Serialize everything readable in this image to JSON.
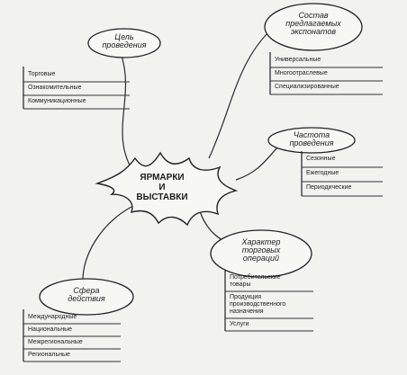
{
  "center": {
    "lines": [
      "ЯРМАРКИ",
      "И",
      "ВЫСТАВКИ"
    ]
  },
  "branches": [
    {
      "key": "goal",
      "title_lines": [
        "Цель",
        "проведения"
      ],
      "items": [
        "Торговые",
        "Ознакомительные",
        "Коммуникационные"
      ]
    },
    {
      "key": "composition",
      "title_lines": [
        "Состав",
        "предлагаемых",
        "экспонатов"
      ],
      "items": [
        "Универсальные",
        "Многоотраслевые",
        "Специализированные"
      ]
    },
    {
      "key": "frequency",
      "title_lines": [
        "Частота",
        "проведения"
      ],
      "items": [
        "Сезонные",
        "Ежегодные",
        "Периодические"
      ]
    },
    {
      "key": "trade_character",
      "title_lines": [
        "Характер",
        "торговых",
        "операций"
      ],
      "items": [
        "Потребительские\nтовары",
        "Продукция\nпроизводственного\nназначения",
        "Услуги"
      ]
    },
    {
      "key": "scope",
      "title_lines": [
        "Сфера",
        "действия"
      ],
      "items": [
        "Международные",
        "Национальные",
        "Межрегиональные",
        "Региональные"
      ]
    }
  ]
}
